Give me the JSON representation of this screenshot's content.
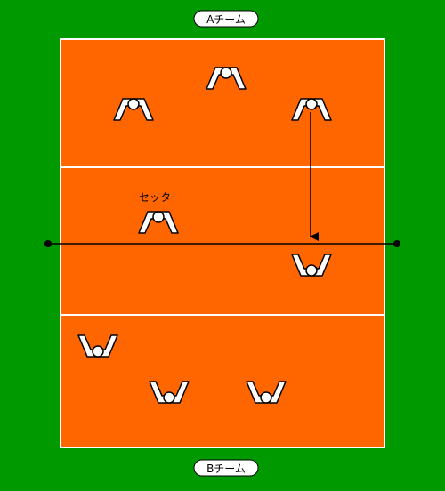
{
  "colors": {
    "background": "#009900",
    "court": "#FF6600",
    "lines": "#FFFFFF",
    "net": "#000000",
    "player_fill": "#FFFFFF",
    "player_outline": "#000000"
  },
  "team_top_label": "Aチーム",
  "team_bottom_label": "Bチーム",
  "setter_label": "セッター",
  "players": {
    "top_team": [
      "player",
      "player",
      "player"
    ],
    "setter": "player",
    "bottom_team": [
      "player",
      "player",
      "player",
      "player"
    ]
  },
  "arrow": "pass-arrow"
}
